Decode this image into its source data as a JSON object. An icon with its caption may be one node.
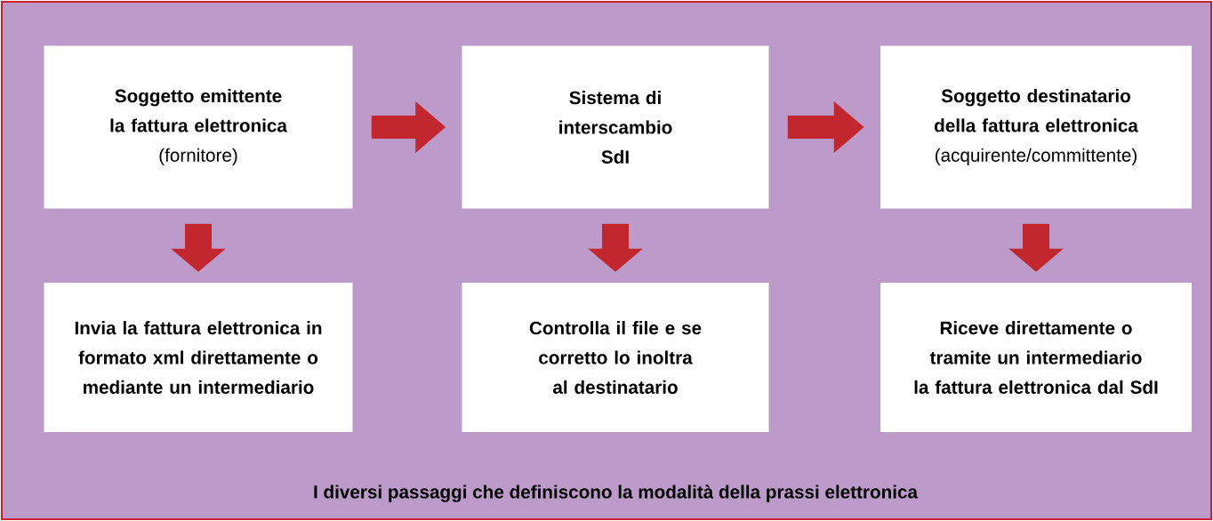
{
  "diagram": {
    "caption": "I diversi passaggi che definiscono la modalità della prassi elettronica",
    "nodes": [
      {
        "text": [
          "Soggetto emittente la fattura elettronica",
          "(fornitore)"
        ]
      },
      {
        "text": [
          "Sistema di interscambio SdI"
        ]
      },
      {
        "text": [
          "Soggetto destinatario della fattura elettronica",
          "(acquirente/committente)"
        ]
      },
      {
        "text": [
          "Invia la fattura elettronica in formato xml direttamente o mediante un intermediario"
        ]
      },
      {
        "text": [
          "Controlla il file e se corretto lo inoltra al destinatario"
        ]
      },
      {
        "text": [
          "Riceve direttamente o tramite un intermediario la fattura elettronica dal SdI"
        ]
      }
    ],
    "edges": [
      {
        "from": 0,
        "to": 1,
        "arrow": "to"
      },
      {
        "from": 1,
        "to": 2,
        "arrow": "to"
      },
      {
        "from": 0,
        "to": 3,
        "arrow": "to"
      },
      {
        "from": 1,
        "to": 4,
        "arrow": "to"
      },
      {
        "from": 2,
        "to": 5,
        "arrow": "to"
      }
    ]
  }
}
